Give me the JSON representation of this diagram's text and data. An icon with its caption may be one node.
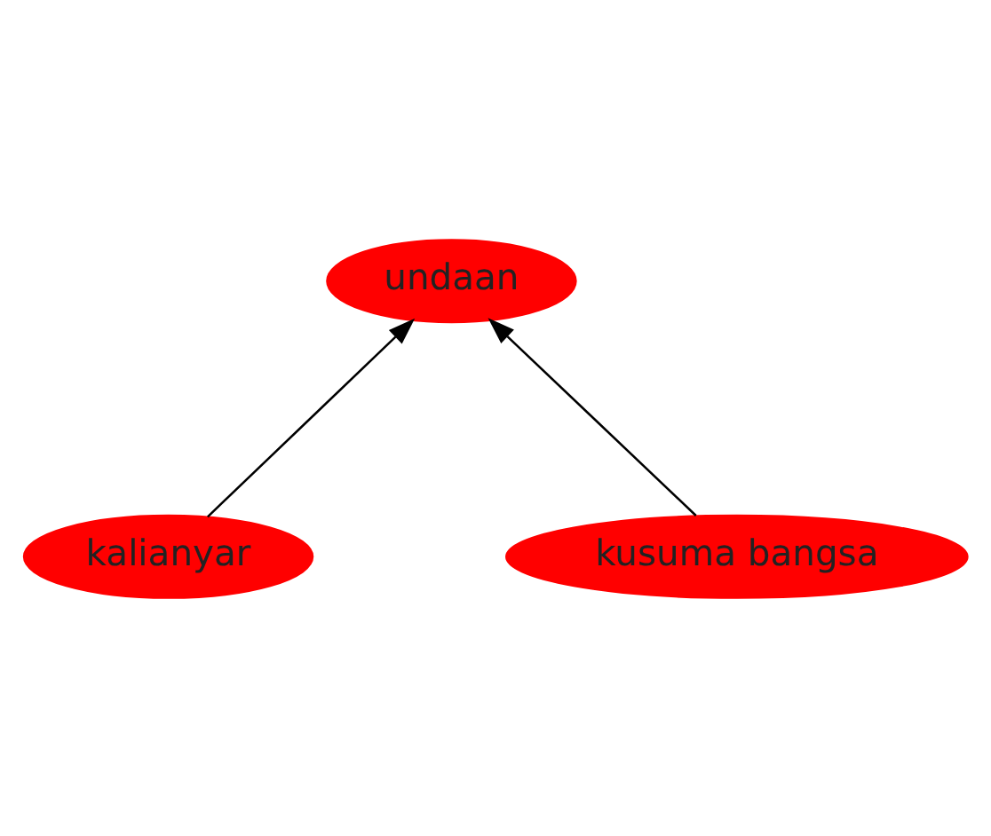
{
  "diagram": {
    "nodes": [
      {
        "text": [
          "undaan"
        ]
      },
      {
        "text": [
          "kalianyar"
        ]
      },
      {
        "text": [
          "kusuma bangsa"
        ]
      }
    ],
    "edges": [
      {
        "from": 1,
        "to": 0,
        "arrow": "to"
      },
      {
        "from": 2,
        "to": 0,
        "arrow": "to"
      }
    ]
  }
}
